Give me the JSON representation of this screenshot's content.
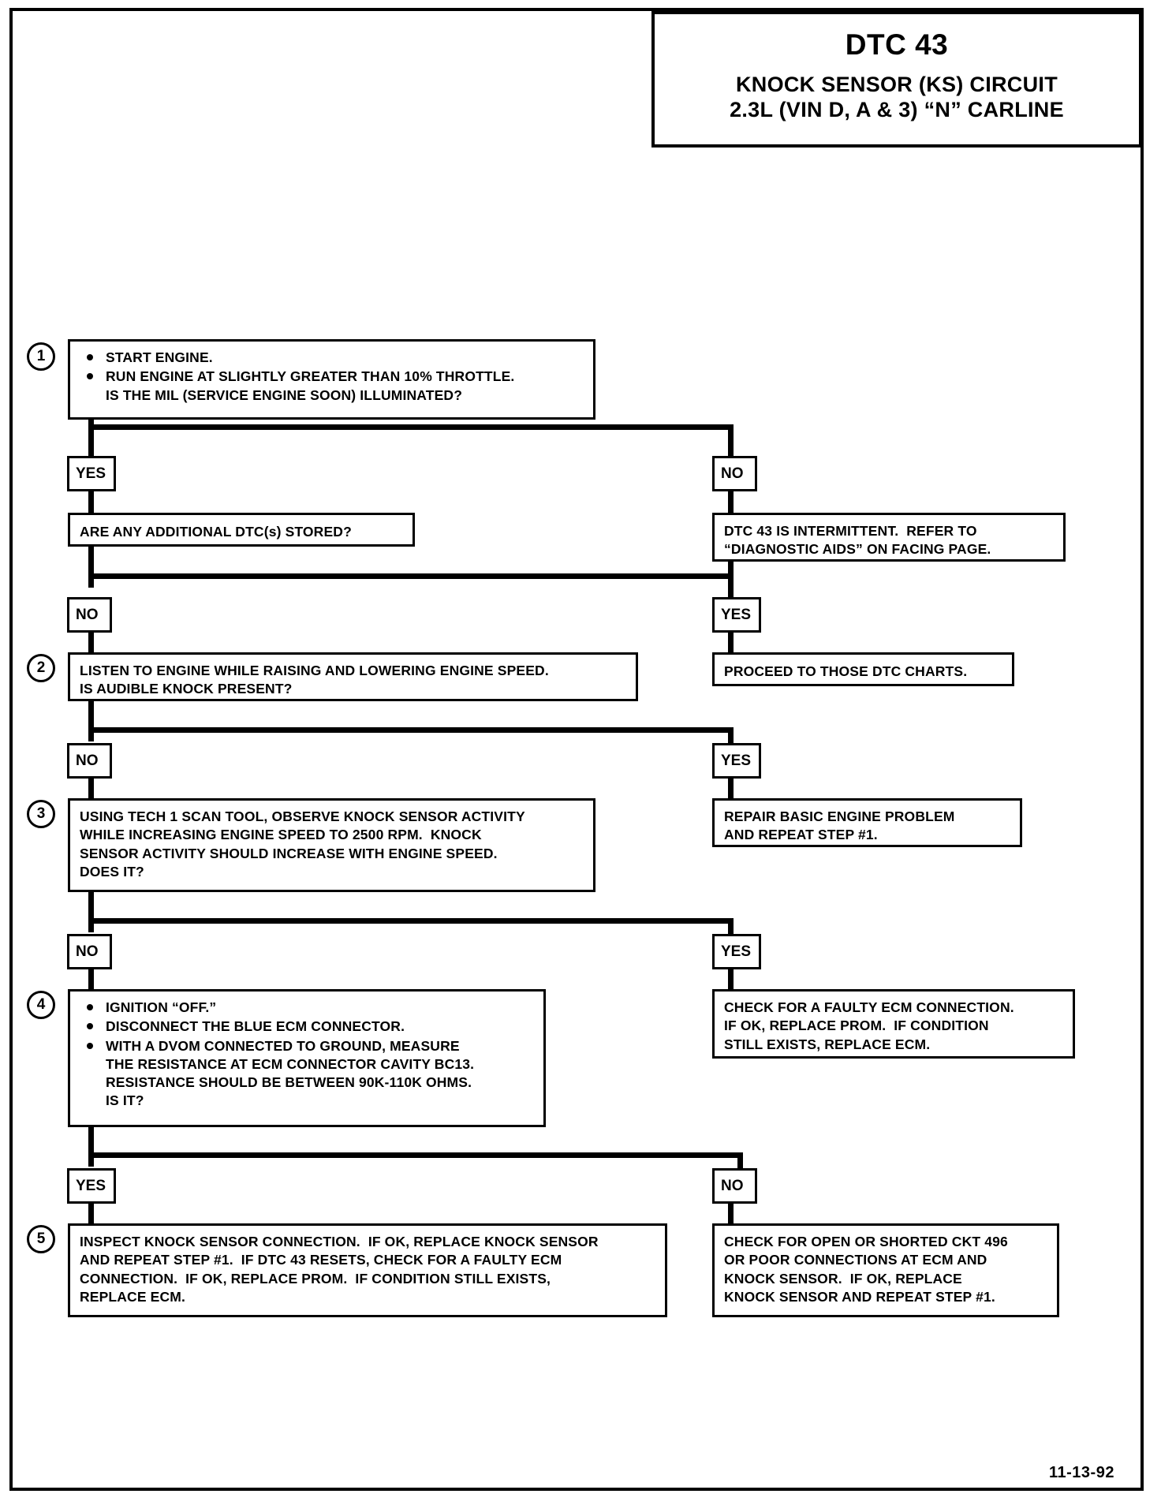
{
  "document": {
    "kind": "automotive-diagnostic-flowchart",
    "date_stamp": "11-13-92"
  },
  "header": {
    "code": "DTC 43",
    "title": "KNOCK SENSOR (KS) CIRCUIT",
    "subtitle": "2.3L  (VIN D, A & 3)  “N”  CARLINE"
  },
  "steps": {
    "s1": {
      "number": "1",
      "bullets": [
        "START ENGINE.",
        "RUN ENGINE AT SLIGHTLY GREATER THAN 10% THROTTLE."
      ],
      "tail": "IS THE MIL (SERVICE ENGINE SOON) ILLUMINATED?"
    },
    "s1_yes": "YES",
    "s1_no": "NO",
    "s1_yes_box": "ARE ANY ADDITIONAL DTC(s) STORED?",
    "s1_no_box_l1": "DTC 43 IS INTERMITTENT.  REFER TO",
    "s1_no_box_l2": "“DIAGNOSTIC AIDS” ON FACING PAGE.",
    "s1b_no": "NO",
    "s1b_yes": "YES",
    "s1b_yes_box": "PROCEED TO THOSE DTC CHARTS.",
    "s2": {
      "number": "2",
      "l1": "LISTEN TO ENGINE WHILE RAISING AND LOWERING ENGINE SPEED.",
      "l2": "IS AUDIBLE KNOCK PRESENT?"
    },
    "s2_no": "NO",
    "s2_yes": "YES",
    "s2_yes_box_l1": "REPAIR BASIC ENGINE PROBLEM",
    "s2_yes_box_l2": "AND REPEAT STEP #1.",
    "s3": {
      "number": "3",
      "l1": "USING TECH 1 SCAN TOOL, OBSERVE KNOCK SENSOR ACTIVITY",
      "l2": "WHILE INCREASING ENGINE SPEED TO 2500 RPM.  KNOCK",
      "l3": "SENSOR ACTIVITY SHOULD INCREASE WITH ENGINE SPEED.",
      "l4": "DOES IT?"
    },
    "s3_no": "NO",
    "s3_yes": "YES",
    "s3_yes_box_l1": "CHECK FOR A FAULTY ECM CONNECTION.",
    "s3_yes_box_l2": "IF OK, REPLACE PROM.  IF CONDITION",
    "s3_yes_box_l3": "STILL EXISTS, REPLACE ECM.",
    "s4": {
      "number": "4",
      "bullets": [
        "IGNITION “OFF.”",
        "DISCONNECT THE BLUE ECM CONNECTOR.",
        "WITH A DVOM CONNECTED TO GROUND, MEASURE"
      ],
      "cont1": "THE RESISTANCE AT ECM CONNECTOR CAVITY BC13.",
      "cont2": "RESISTANCE SHOULD BE BETWEEN 90K-110K OHMS.",
      "cont3": "IS IT?"
    },
    "s4_yes": "YES",
    "s4_no": "NO",
    "s5": {
      "number": "5",
      "l1": "INSPECT KNOCK SENSOR CONNECTION.  IF OK, REPLACE KNOCK SENSOR",
      "l2": "AND REPEAT STEP #1.  IF DTC 43 RESETS, CHECK FOR A FAULTY ECM",
      "l3": "CONNECTION.  IF OK, REPLACE PROM.  IF CONDITION STILL EXISTS,",
      "l4": "REPLACE ECM."
    },
    "s5_right_l1": "CHECK FOR OPEN OR SHORTED CKT 496",
    "s5_right_l2": "OR POOR CONNECTIONS AT ECM AND",
    "s5_right_l3": "KNOCK SENSOR.  IF OK, REPLACE",
    "s5_right_l4": "KNOCK SENSOR AND REPEAT STEP #1."
  }
}
